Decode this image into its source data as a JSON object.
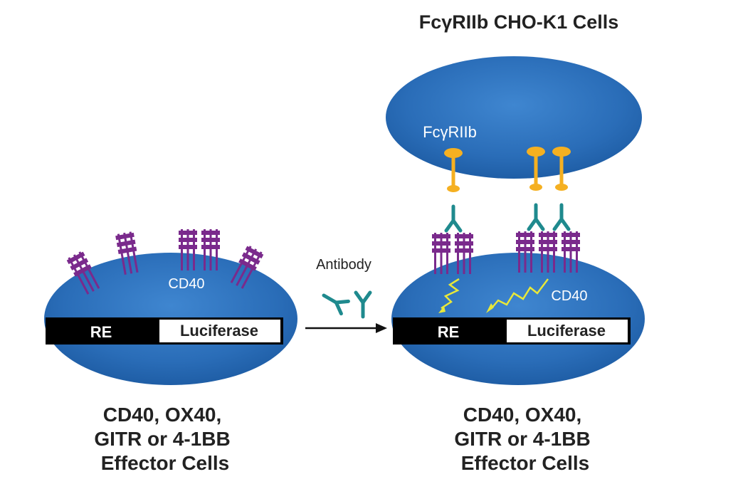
{
  "diagram": {
    "title": "FcγRIIb CHO-K1 Cells",
    "top_cell_receptor_label": "FcγRIIb",
    "left_cell": {
      "receptor_label": "CD40",
      "re_label": "RE",
      "luciferase_label": "Luciferase",
      "caption": [
        "CD40, OX40,",
        "GITR or 4-1BB",
        "Effector Cells"
      ]
    },
    "arrow_label": "Antibody",
    "right_cell": {
      "receptor_label": "CD40",
      "re_label": "RE",
      "luciferase_label": "Luciferase",
      "caption": [
        "CD40, OX40,",
        "GITR or 4-1BB",
        "Effector Cells"
      ]
    },
    "colors": {
      "cell_blue": "#2a6db8",
      "cell_edge": "#1e5aa0",
      "receptor_purple": "#7a2a8c",
      "fc_receptor_orange": "#f5b021",
      "antibody_teal": "#1f8a8e",
      "signal_yellow": "#e8e83a",
      "construct_black": "#000000"
    }
  }
}
